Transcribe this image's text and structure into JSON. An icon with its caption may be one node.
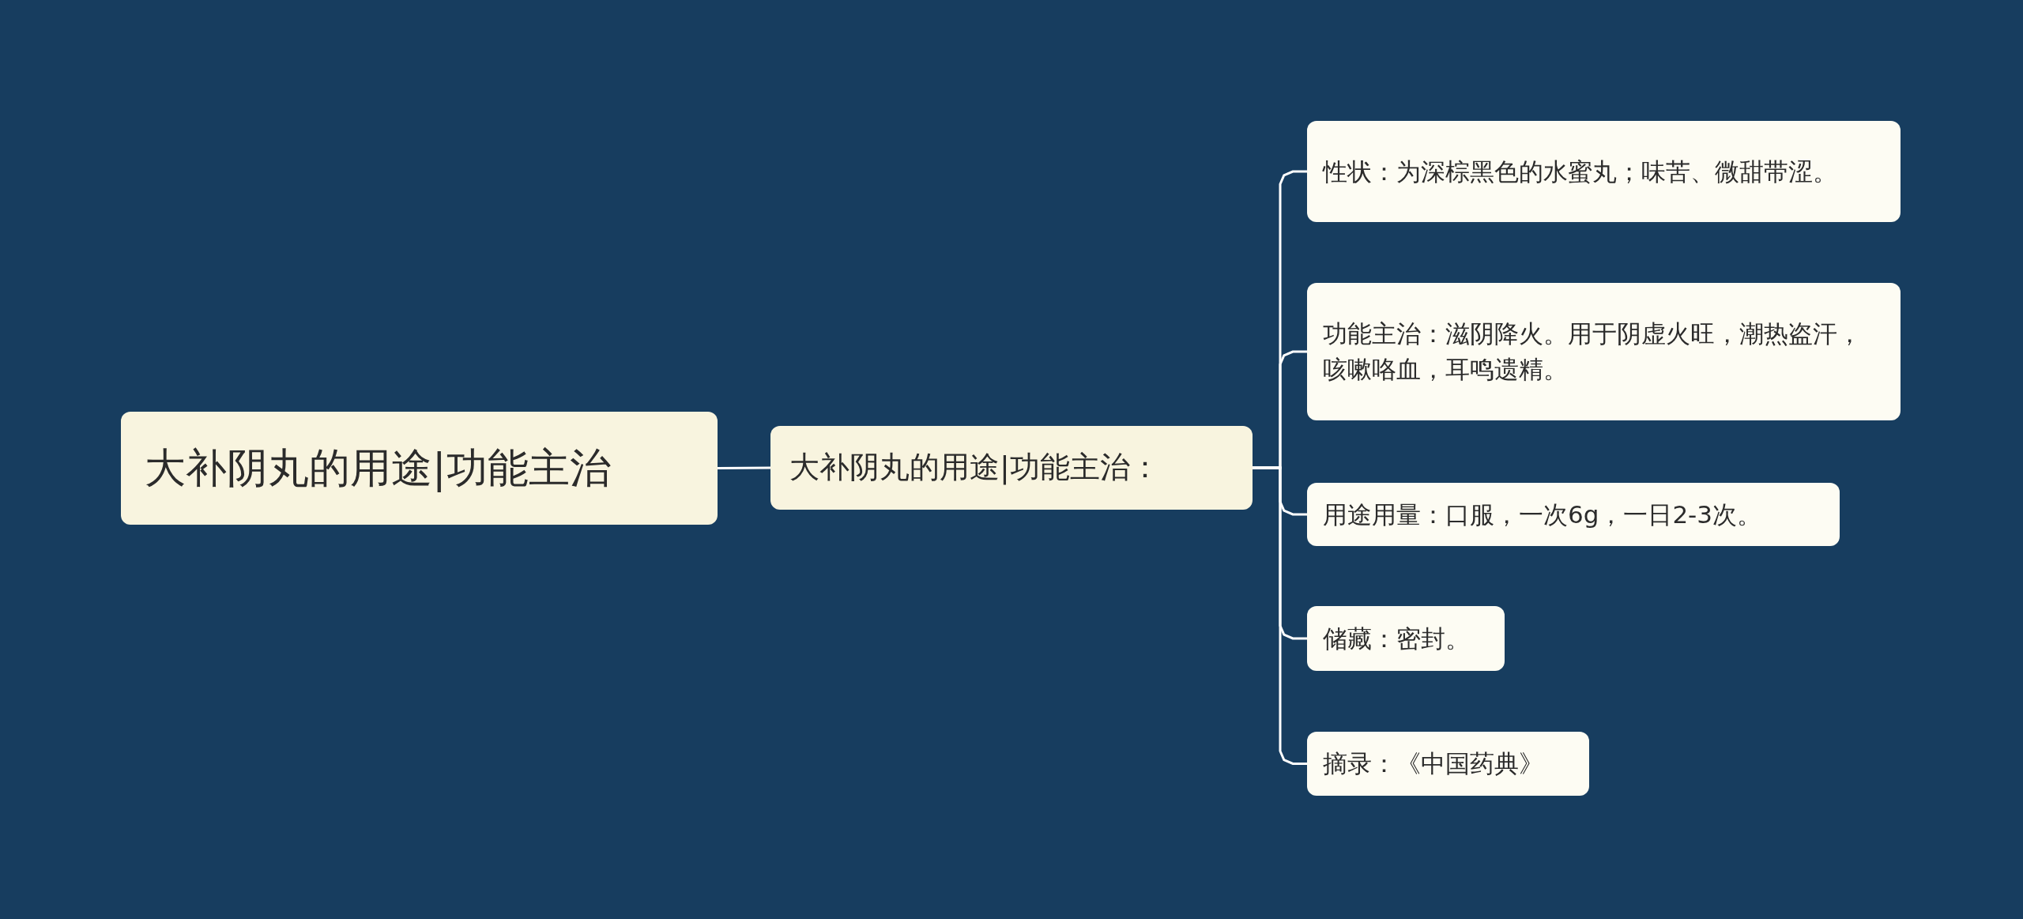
{
  "diagram": {
    "nodes": [
      {
        "text": [
          "大补阴丸的用途|功能主治"
        ]
      },
      {
        "text": [
          "大补阴丸的用途|功能主治："
        ]
      },
      {
        "text": [
          "性状：为深棕黑色的水蜜丸；味苦、微甜带涩。"
        ]
      },
      {
        "text": [
          "功能主治：滋阴降火。用于阴虚火旺，潮热盗汗，咳嗽咯血，耳鸣遗精。"
        ]
      },
      {
        "text": [
          "用途用量：口服，一次6g，一日2-3次。"
        ]
      },
      {
        "text": [
          "储藏：密封。"
        ]
      },
      {
        "text": [
          "摘录：《中国药典》"
        ]
      }
    ],
    "edges": [
      {
        "from": 0,
        "to": 1,
        "arrow": "none"
      },
      {
        "from": 1,
        "to": 2,
        "arrow": "none"
      },
      {
        "from": 1,
        "to": 3,
        "arrow": "none"
      },
      {
        "from": 1,
        "to": 4,
        "arrow": "none"
      },
      {
        "from": 1,
        "to": 5,
        "arrow": "none"
      },
      {
        "from": 1,
        "to": 6,
        "arrow": "none"
      }
    ]
  }
}
